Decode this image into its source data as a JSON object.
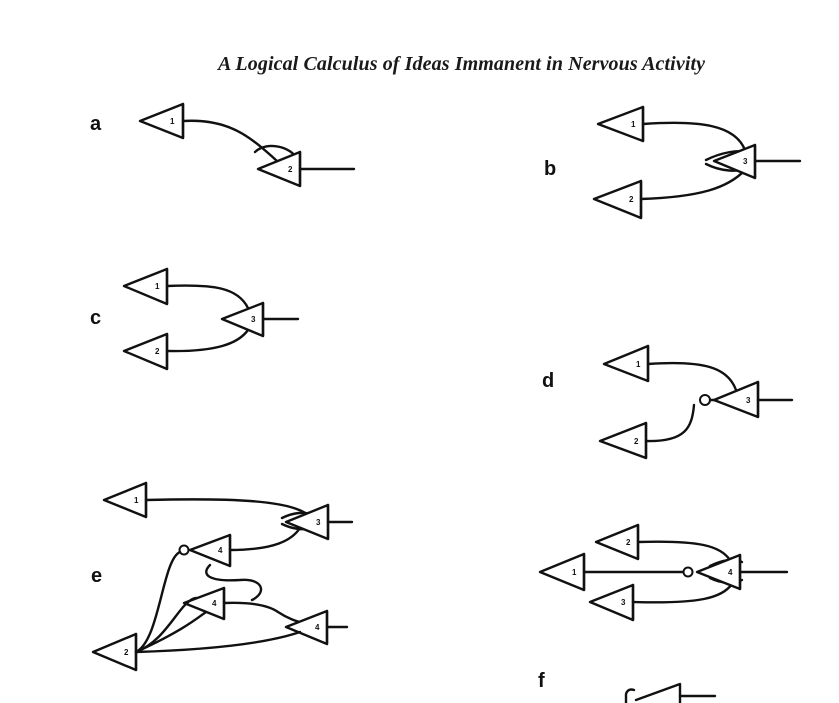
{
  "page": {
    "title": "A Logical Calculus of Ideas Immanent in Nervous Activity"
  },
  "panels": [
    {
      "id": "a",
      "label": "a"
    },
    {
      "id": "b",
      "label": "b"
    },
    {
      "id": "c",
      "label": "c"
    },
    {
      "id": "d",
      "label": "d"
    },
    {
      "id": "e",
      "label": "e"
    },
    {
      "id": "f",
      "label": "f"
    }
  ],
  "neurons": {
    "a": [
      "1",
      "2"
    ],
    "b": [
      "1",
      "2",
      "3"
    ],
    "c": [
      "1",
      "2",
      "3"
    ],
    "d": [
      "1",
      "2",
      "3"
    ],
    "e": [
      "1",
      "2",
      "3",
      "4",
      "4",
      "4"
    ],
    "f_upper": [
      "1",
      "2",
      "3",
      "4"
    ]
  }
}
